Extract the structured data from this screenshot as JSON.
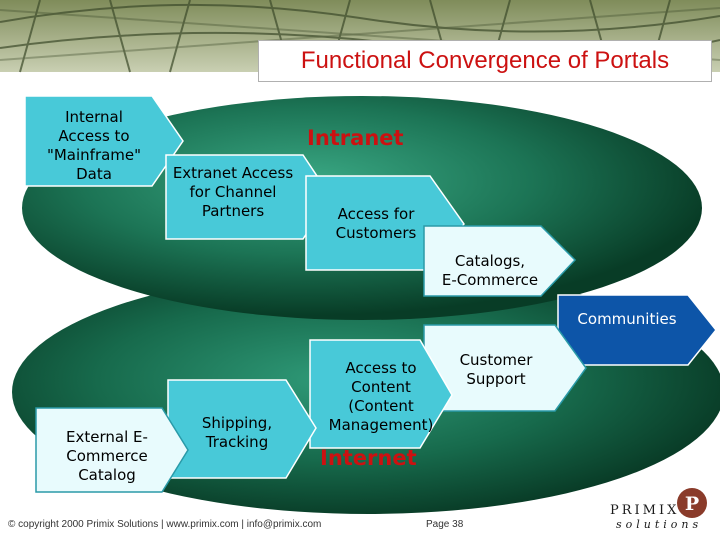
{
  "title": "Functional Convergence of Portals",
  "ovals": {
    "upper_label": "Intranet",
    "lower_label": "Internet"
  },
  "boxes": {
    "internal": "Internal\nAccess to\n\"Mainframe\"\nData",
    "extranet": "Extranet Access\nfor Channel\nPartners",
    "customers": "Access for\nCustomers",
    "catalogs": "Catalogs,\nE-Commerce",
    "communities": "Communities",
    "customer_support": "Customer\nSupport",
    "content": "Access to\nContent\n(Content\nManagement)",
    "shipping": "Shipping,\nTracking",
    "external": "External E-\nCommerce\nCatalog"
  },
  "footer": {
    "copyright": "© copyright 2000 Primix Solutions | www.primix.com | info@primix.com",
    "page": "Page 38"
  },
  "logo": {
    "letter": "P",
    "word": "PRIMIX",
    "sub": "solutions"
  },
  "colors": {
    "title_red": "#cc1111",
    "box_cyan": "#48c9d8",
    "box_light": "#e8fbfd",
    "box_blue": "#0d55a8",
    "oval_dark": "#0a4a30",
    "oval_light": "#2e9a78",
    "logo_brown": "#8a3b2a"
  }
}
